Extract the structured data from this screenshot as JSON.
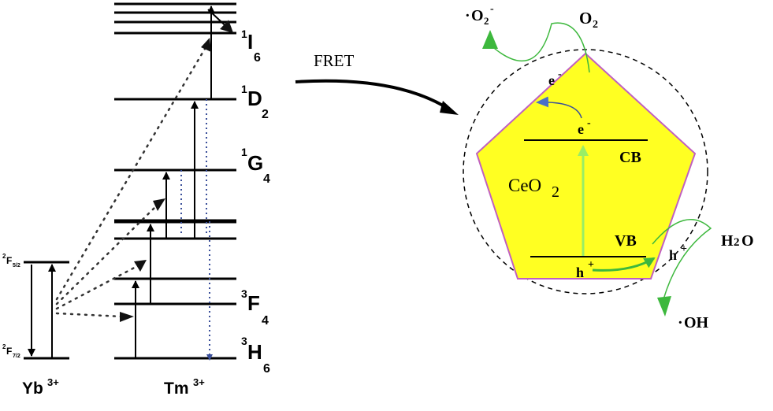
{
  "tm_levels": {
    "i6": {
      "sup": "1",
      "main": "I",
      "sub": "6"
    },
    "d2": {
      "sup": "1",
      "main": "D",
      "sub": "2"
    },
    "g4": {
      "sup": "1",
      "main": "G",
      "sub": "4"
    },
    "f4": {
      "sup": "3",
      "main": "F",
      "sub": "4"
    },
    "h6": {
      "sup": "3",
      "main": "H",
      "sub": "6"
    }
  },
  "yb_levels": {
    "f52": {
      "sup": "2",
      "main": "F",
      "sub": "5/2"
    },
    "f72": {
      "sup": "2",
      "main": "F",
      "sub": "7/2"
    }
  },
  "ions": {
    "yb": {
      "main": "Yb",
      "sup": "3+"
    },
    "tm": {
      "main": "Tm",
      "sup": "3+"
    }
  },
  "fret_label": "FRET",
  "photocatalysis": {
    "material": {
      "main": "CeO",
      "sub": "2"
    },
    "cb": "CB",
    "vb": "VB",
    "electron_outer": {
      "main": "e",
      "sup": "-"
    },
    "electron_inner": {
      "main": "e",
      "sup": "-"
    },
    "hole_inner": {
      "main": "h",
      "sup": "+"
    },
    "hole_outer": {
      "main": "h",
      "sup": "+"
    },
    "o2": {
      "main": "O",
      "sub": "2"
    },
    "superoxide": {
      "pre": "·",
      "main": "O",
      "sub": "2",
      "sup": "-"
    },
    "h2o": {
      "main": "H",
      "sub": "2",
      "post": "O"
    },
    "oh": {
      "pre": "·",
      "main": "OH"
    }
  },
  "colors": {
    "pentagon_fill": "#ffff22",
    "pentagon_stroke": "#c060c0",
    "arrow_green": "#3db83d",
    "arrow_light_green": "#99ee66",
    "arrow_blue": "#4a6fc8",
    "band_label_red": "#cc0000",
    "dotted_blue": "#3a4f9a"
  }
}
